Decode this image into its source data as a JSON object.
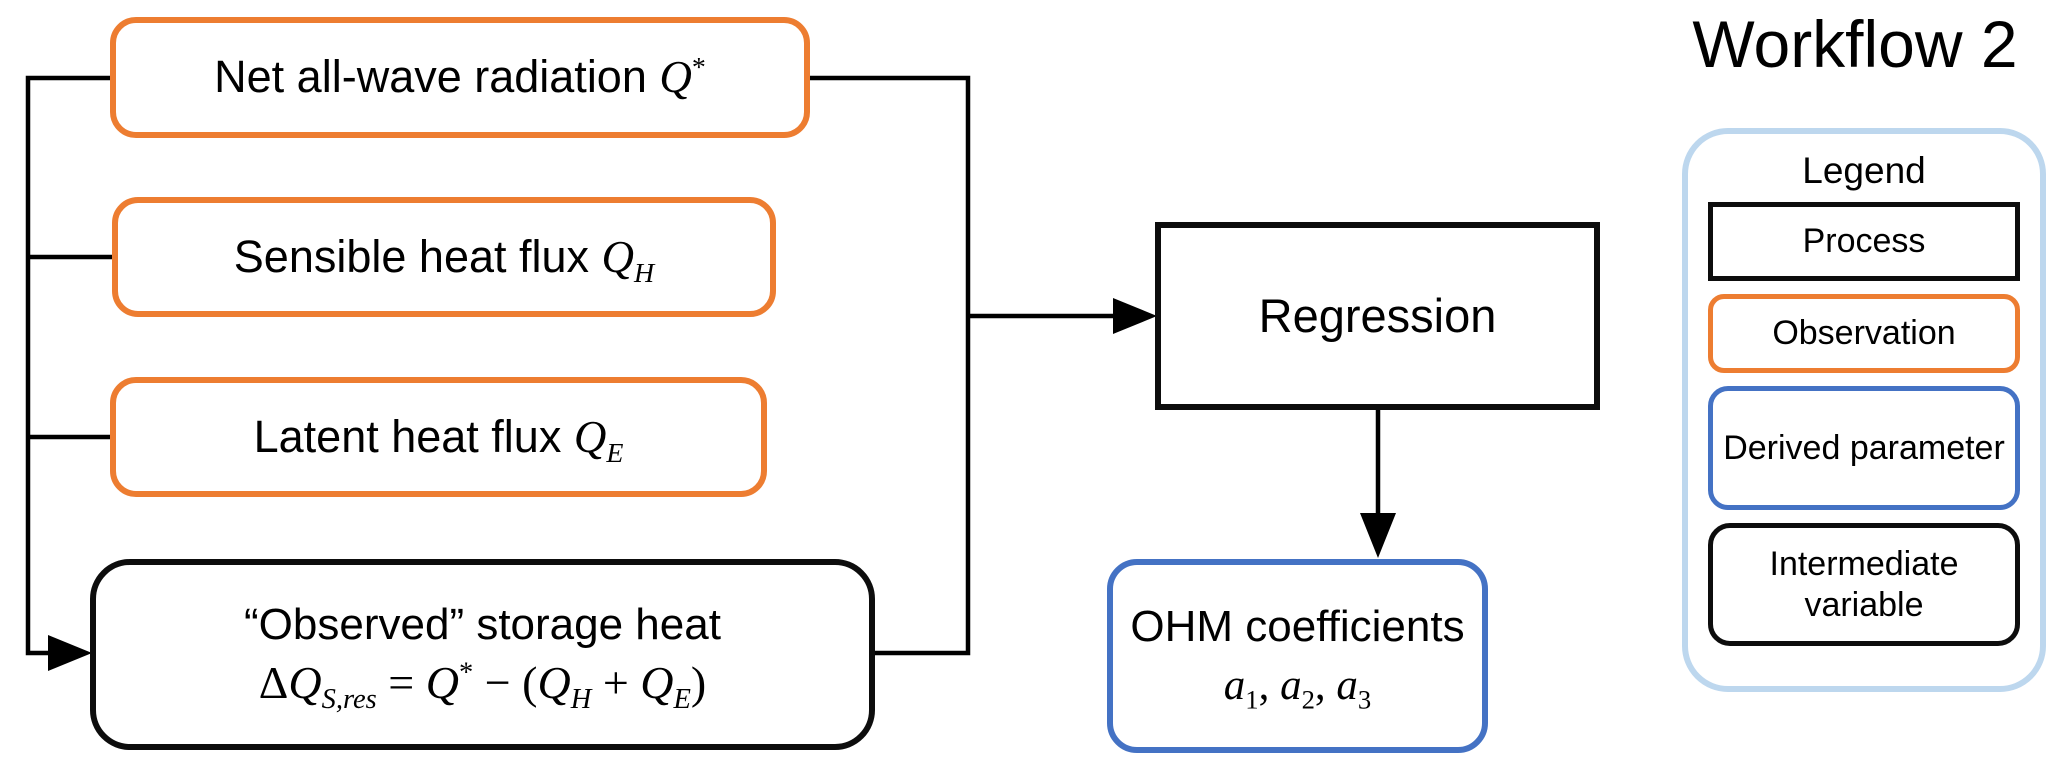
{
  "title": "Workflow 2",
  "colors": {
    "observation_border": "#ED7D31",
    "derived_border": "#4472C4",
    "process_border": "#0d0d0d",
    "intermediate_border": "#0d0d0d",
    "legend_border": "#BDD7EE",
    "line": "#000000",
    "background": "#ffffff"
  },
  "nodes": {
    "net_radiation": {
      "label": "Net all-wave radiation ",
      "symbol": "Q",
      "sup": "*"
    },
    "sensible_heat": {
      "label": "Sensible heat flux ",
      "symbol": "Q",
      "sub": "H"
    },
    "latent_heat": {
      "label": "Latent heat flux ",
      "symbol": "Q",
      "sub": "E"
    },
    "observed_storage": {
      "line1": "“Observed” storage heat",
      "equation": {
        "delta": "Δ",
        "q1": "Q",
        "sub1": "S,res",
        "equals": " = ",
        "q2": "Q",
        "sup2": "*",
        "minus": " − (",
        "q3": "Q",
        "sub3": "H",
        "plus": " + ",
        "q4": "Q",
        "sub4": "E",
        "close": ")"
      }
    },
    "regression": {
      "label": "Regression"
    },
    "ohm": {
      "line1": "OHM coefficients",
      "var": "a",
      "sub1": "1",
      "sub2": "2",
      "sub3": "3",
      "sep": ", "
    }
  },
  "legend": {
    "heading": "Legend",
    "items": [
      {
        "label": "Process",
        "style": "process"
      },
      {
        "label": "Observation",
        "style": "observation"
      },
      {
        "label": "Derived parameter",
        "style": "derived"
      },
      {
        "label": "Intermediate variable",
        "style": "intermediate"
      }
    ]
  }
}
